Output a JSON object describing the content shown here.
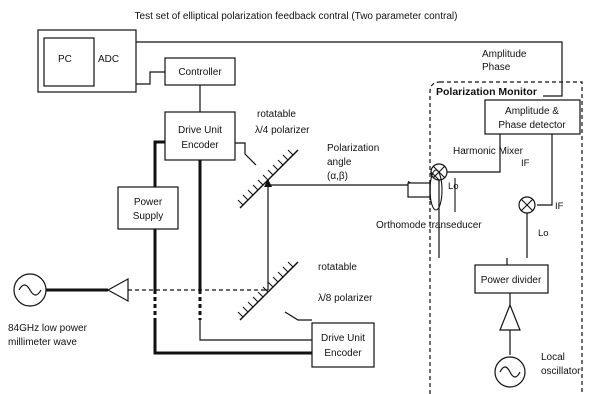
{
  "title": "Test set of elliptical polarization feedback contral  (Two parameter contral)",
  "blocks": {
    "pc": "PC",
    "adc": "ADC",
    "controller": "Controller",
    "drive_unit_1_line1": "Drive Unit",
    "drive_unit_1_line2": "Encoder",
    "power_supply_line1": "Power",
    "power_supply_line2": "Supply",
    "drive_unit_2_line1": "Drive Unit",
    "drive_unit_2_line2": "Encoder",
    "amp_phase_detector_line1": "Amplitude &",
    "amp_phase_detector_line2": "Phase detector",
    "power_divider": "Power divider"
  },
  "labels": {
    "amplitude": "Amplitude",
    "phase": "Phase",
    "polarization_monitor": "Polarization Monitor",
    "rotatable_1": "rotatable",
    "quarter_polarizer": "λ/4 polarizer",
    "rotatable_2": "rotatable",
    "eighth_polarizer": "λ/8 polarizer",
    "polarization_angle_line1": "Polarization",
    "polarization_angle_line2": "angle",
    "polarization_angle_line3": "(α,β)",
    "harmonic_mixer": "Harmonic Mixer",
    "if_1": "IF",
    "lo_1": "Lo",
    "if_2": "IF",
    "lo_2": "Lo",
    "orthomode_transducer": "Orthomode transeducer",
    "source_line1": "84GHz low power",
    "source_line2": "millimeter wave",
    "local_oscillator_line1": "Local",
    "local_oscillator_line2": "oscillator"
  }
}
